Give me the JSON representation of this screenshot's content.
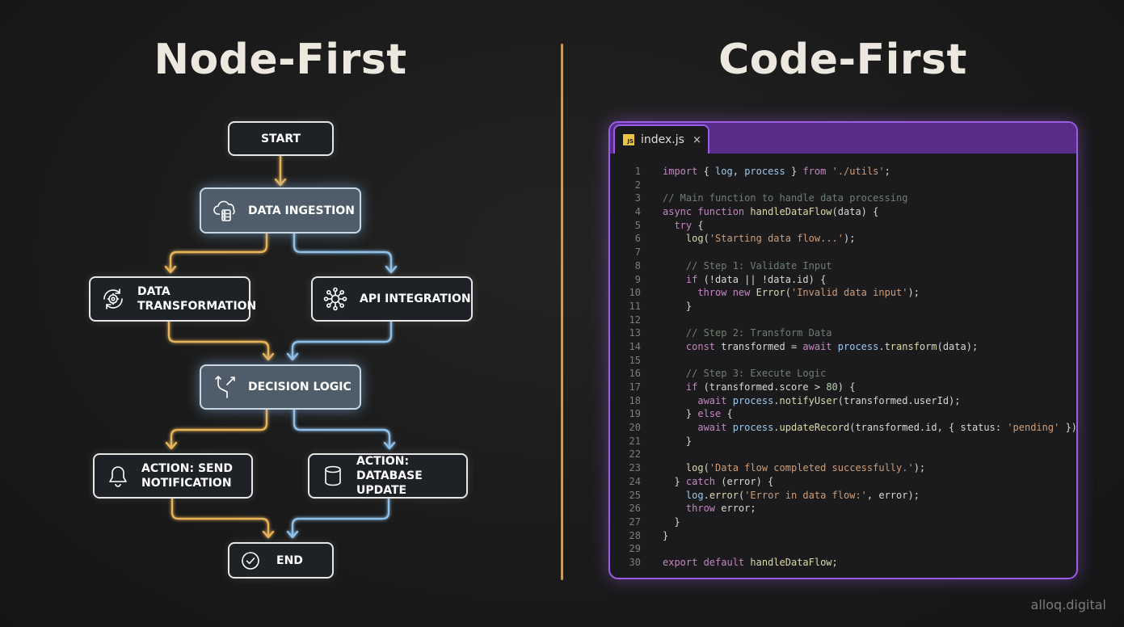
{
  "headings": {
    "left": "Node-First",
    "right": "Code-First"
  },
  "colors": {
    "divider": "#c89a5c",
    "connector_left": "#e8b45a",
    "connector_right": "#8ec1ea",
    "editor_border": "#9b5de5",
    "tabbar": "#592c8a"
  },
  "flow": {
    "nodes": {
      "start": {
        "label": "START"
      },
      "ingestion": {
        "label": "DATA INGESTION",
        "icon": "cloud-database-icon"
      },
      "transformation": {
        "label": "DATA\nTRANSFORMATION",
        "icon": "gear-refresh-icon"
      },
      "api": {
        "label": "API INTEGRATION",
        "icon": "network-hub-icon"
      },
      "decision": {
        "label": "DECISION LOGIC",
        "icon": "branch-split-icon"
      },
      "notify": {
        "label": "ACTION: SEND\nNOTIFICATION",
        "icon": "bell-icon"
      },
      "db_update": {
        "label": "ACTION:\nDATABASE UPDATE",
        "icon": "database-icon"
      },
      "end": {
        "label": "END",
        "icon": "check-circle-icon"
      }
    }
  },
  "editor": {
    "tab": {
      "filename": "index.js",
      "badge": "JS",
      "close": "×"
    },
    "lines": [
      [
        [
          "t-keyword",
          "import"
        ],
        [
          "t-default",
          " { "
        ],
        [
          "t-variable",
          "log"
        ],
        [
          "t-default",
          ", "
        ],
        [
          "t-variable",
          "process"
        ],
        [
          "t-default",
          " } "
        ],
        [
          "t-keyword",
          "from"
        ],
        [
          "t-default",
          " "
        ],
        [
          "t-string",
          "'./utils'"
        ],
        [
          "t-default",
          ";"
        ]
      ],
      [],
      [
        [
          "t-comment",
          "// Main function to handle data processing"
        ]
      ],
      [
        [
          "t-keyword",
          "async function"
        ],
        [
          "t-default",
          " "
        ],
        [
          "t-function",
          "handleDataFlow"
        ],
        [
          "t-default",
          "(data) {"
        ]
      ],
      [
        [
          "t-default",
          "  "
        ],
        [
          "t-keyword",
          "try"
        ],
        [
          "t-default",
          " {"
        ]
      ],
      [
        [
          "t-default",
          "    "
        ],
        [
          "t-function",
          "log"
        ],
        [
          "t-default",
          "("
        ],
        [
          "t-string",
          "'Starting data flow...'"
        ],
        [
          "t-default",
          ");"
        ]
      ],
      [],
      [
        [
          "t-default",
          "    "
        ],
        [
          "t-comment",
          "// Step 1: Validate Input"
        ]
      ],
      [
        [
          "t-default",
          "    "
        ],
        [
          "t-keyword",
          "if"
        ],
        [
          "t-default",
          " (!data || !data.id) {"
        ]
      ],
      [
        [
          "t-default",
          "      "
        ],
        [
          "t-keyword",
          "throw new"
        ],
        [
          "t-default",
          " "
        ],
        [
          "t-function",
          "Error"
        ],
        [
          "t-default",
          "("
        ],
        [
          "t-string",
          "'Invalid data input'"
        ],
        [
          "t-default",
          ");"
        ]
      ],
      [
        [
          "t-default",
          "    }"
        ]
      ],
      [],
      [
        [
          "t-default",
          "    "
        ],
        [
          "t-comment",
          "// Step 2: Transform Data"
        ]
      ],
      [
        [
          "t-default",
          "    "
        ],
        [
          "t-keyword",
          "const"
        ],
        [
          "t-default",
          " transformed = "
        ],
        [
          "t-keyword",
          "await"
        ],
        [
          "t-default",
          " "
        ],
        [
          "t-variable",
          "process"
        ],
        [
          "t-default",
          "."
        ],
        [
          "t-function",
          "transform"
        ],
        [
          "t-default",
          "(data);"
        ]
      ],
      [],
      [
        [
          "t-default",
          "    "
        ],
        [
          "t-comment",
          "// Step 3: Execute Logic"
        ]
      ],
      [
        [
          "t-default",
          "    "
        ],
        [
          "t-keyword",
          "if"
        ],
        [
          "t-default",
          " (transformed.score > "
        ],
        [
          "t-number",
          "80"
        ],
        [
          "t-default",
          ") {"
        ]
      ],
      [
        [
          "t-default",
          "      "
        ],
        [
          "t-keyword",
          "await"
        ],
        [
          "t-default",
          " "
        ],
        [
          "t-variable",
          "process"
        ],
        [
          "t-default",
          "."
        ],
        [
          "t-function",
          "notifyUser"
        ],
        [
          "t-default",
          "(transformed.userId);"
        ]
      ],
      [
        [
          "t-default",
          "    } "
        ],
        [
          "t-keyword",
          "else"
        ],
        [
          "t-default",
          " {"
        ]
      ],
      [
        [
          "t-default",
          "      "
        ],
        [
          "t-keyword",
          "await"
        ],
        [
          "t-default",
          " "
        ],
        [
          "t-variable",
          "process"
        ],
        [
          "t-default",
          "."
        ],
        [
          "t-function",
          "updateRecord"
        ],
        [
          "t-default",
          "(transformed.id, { status: "
        ],
        [
          "t-string",
          "'pending'"
        ],
        [
          "t-default",
          " });"
        ]
      ],
      [
        [
          "t-default",
          "    }"
        ]
      ],
      [],
      [
        [
          "t-default",
          "    "
        ],
        [
          "t-function",
          "log"
        ],
        [
          "t-default",
          "("
        ],
        [
          "t-string",
          "'Data flow completed successfully.'"
        ],
        [
          "t-default",
          ");"
        ]
      ],
      [
        [
          "t-default",
          "  } "
        ],
        [
          "t-keyword",
          "catch"
        ],
        [
          "t-default",
          " (error) {"
        ]
      ],
      [
        [
          "t-default",
          "    "
        ],
        [
          "t-variable",
          "log"
        ],
        [
          "t-default",
          "."
        ],
        [
          "t-function",
          "error"
        ],
        [
          "t-default",
          "("
        ],
        [
          "t-string",
          "'Error in data flow:'"
        ],
        [
          "t-default",
          ", error);"
        ]
      ],
      [
        [
          "t-default",
          "    "
        ],
        [
          "t-keyword",
          "throw"
        ],
        [
          "t-default",
          " error;"
        ]
      ],
      [
        [
          "t-default",
          "  }"
        ]
      ],
      [
        [
          "t-default",
          "}"
        ]
      ],
      [],
      [
        [
          "t-keyword",
          "export default"
        ],
        [
          "t-default",
          " "
        ],
        [
          "t-function",
          "handleDataFlow"
        ],
        [
          "t-default",
          ";"
        ]
      ]
    ]
  },
  "watermark": "alloq.digital"
}
